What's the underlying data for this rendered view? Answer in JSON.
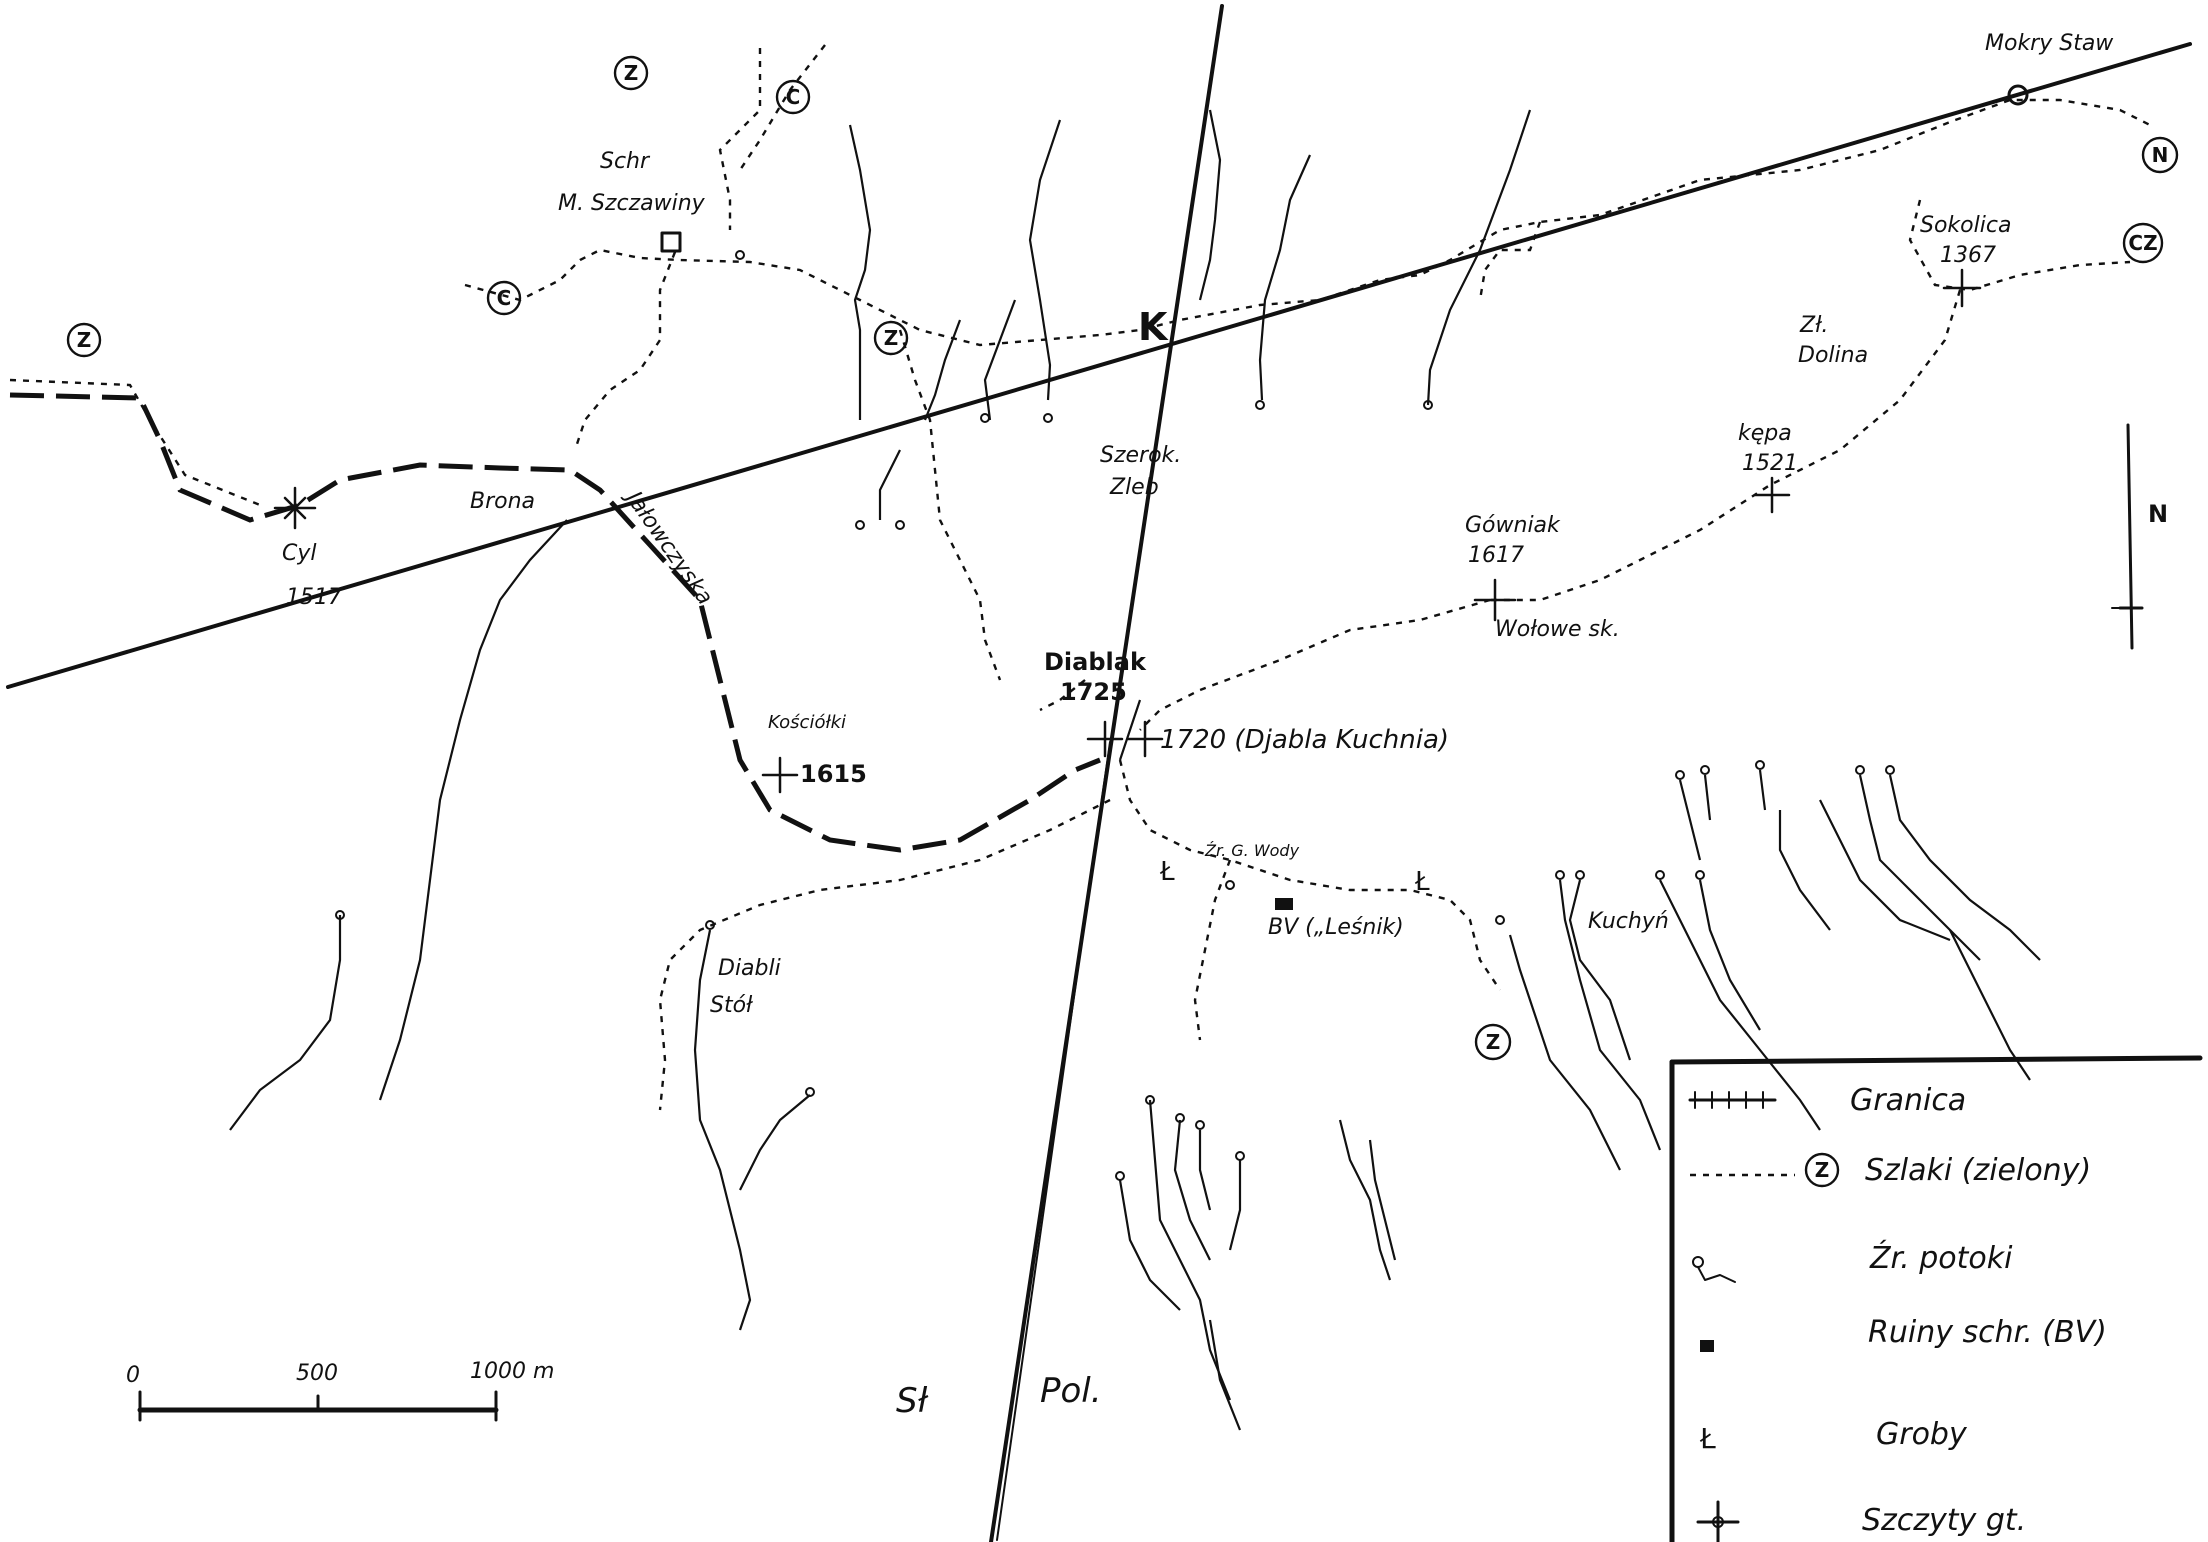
{
  "map": {
    "place_labels": {
      "mokry_staw": "Mokry Staw",
      "schr": "Schr",
      "m_szczawiny": "M. Szczawiny",
      "sokolica": "Sokolica",
      "sokolica_elev": "1367",
      "zl_dolina_1": "Zł.",
      "zl_dolina_2": "Dolina",
      "kepa": "kępa",
      "kepa_elev": "1521",
      "szeroki_1": "Szerok.",
      "szeroki_2": "Zleb",
      "gowniak": "Gówniak",
      "gowniak_elev": "1617",
      "wolowe_sk": "Wołowe sk.",
      "brona": "Brona",
      "jalowcowa": "Jałowczyska",
      "cyl": "Cyl",
      "cyl_elev": "1517",
      "diablak": "Diablak",
      "diablak_elev": "1725",
      "diabla_kuchnia": "1720 (Djabla Kuchnia)",
      "koscielki": "Kościółki",
      "koscielki_elev": "1615",
      "zr_g_wody": "Źr. G. Wody",
      "bv_lesnik": "BV („Leśnik)",
      "kuchyn": "Kuchyń",
      "diabli_stol_1": "Diabli",
      "diabli_stol_2": "Stół",
      "sl": "Sł",
      "pol": "Pol."
    },
    "line_marker_k": "K",
    "trail_marks": {
      "z": "Z",
      "c": "C",
      "n": "N",
      "cz": "CZ"
    },
    "north_arrow": "N",
    "scale_bar": {
      "tick_0": "0",
      "tick_500": "500",
      "tick_1000": "1000 m"
    },
    "legend": {
      "border": "Granica",
      "trail_marker": "Z",
      "trails": "Szlaki (zielony)",
      "springs": "Źr. potoki",
      "ruins": "Ruiny schr. (BV)",
      "graves": "Groby",
      "peaks": "Szczyty gt."
    },
    "colors": {
      "ink": "#111111",
      "paper": "#ffffff"
    }
  }
}
